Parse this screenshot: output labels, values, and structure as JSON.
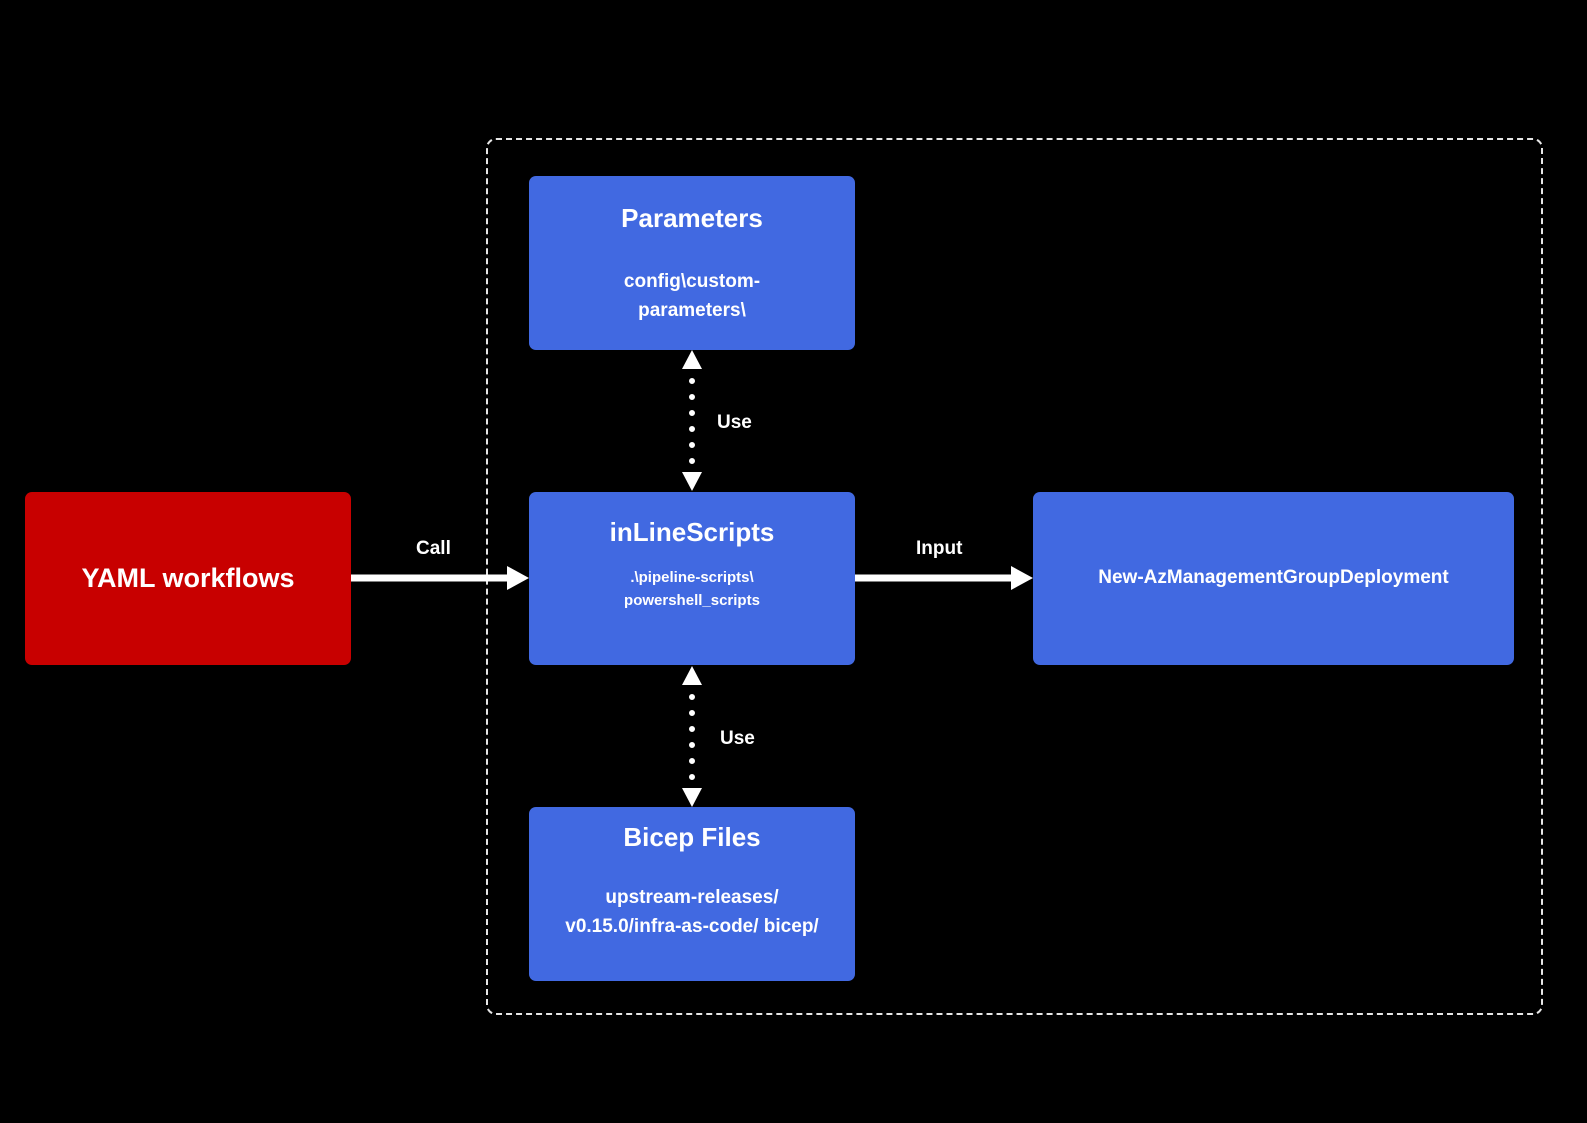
{
  "nodes": {
    "yaml": {
      "title": "YAML workflows"
    },
    "parameters": {
      "title": "Parameters",
      "subtitle": "config\\custom-parameters\\"
    },
    "inline_scripts": {
      "title": "inLineScripts",
      "subtitle": ".\\pipeline-scripts\\ powershell_scripts"
    },
    "bicep": {
      "title": "Bicep Files",
      "subtitle": "upstream-releases/ v0.15.0/infra-as-code/ bicep/"
    },
    "deployment": {
      "title": "New-AzManagementGroupDeployment"
    }
  },
  "edges": {
    "call": "Call",
    "input": "Input",
    "use_top": "Use",
    "use_bottom": "Use"
  },
  "colors": {
    "background": "#000000",
    "node_blue": "#4169e1",
    "node_red": "#c80000",
    "connector": "#ffffff",
    "frame": "#e6e6e6"
  }
}
